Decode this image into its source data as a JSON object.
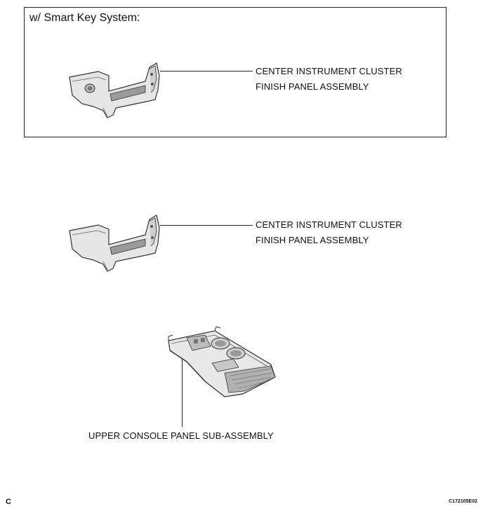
{
  "section_smart_key": {
    "title": "w/ Smart Key System:",
    "part_label_line1": "CENTER INSTRUMENT CLUSTER",
    "part_label_line2": "FINISH PANEL ASSEMBLY"
  },
  "section_standard": {
    "part_label_line1": "CENTER INSTRUMENT CLUSTER",
    "part_label_line2": "FINISH PANEL ASSEMBLY"
  },
  "console": {
    "part_label": "UPPER CONSOLE PANEL SUB-ASSEMBLY"
  },
  "footer": {
    "left_code": "C",
    "right_code": "C172105E02"
  }
}
